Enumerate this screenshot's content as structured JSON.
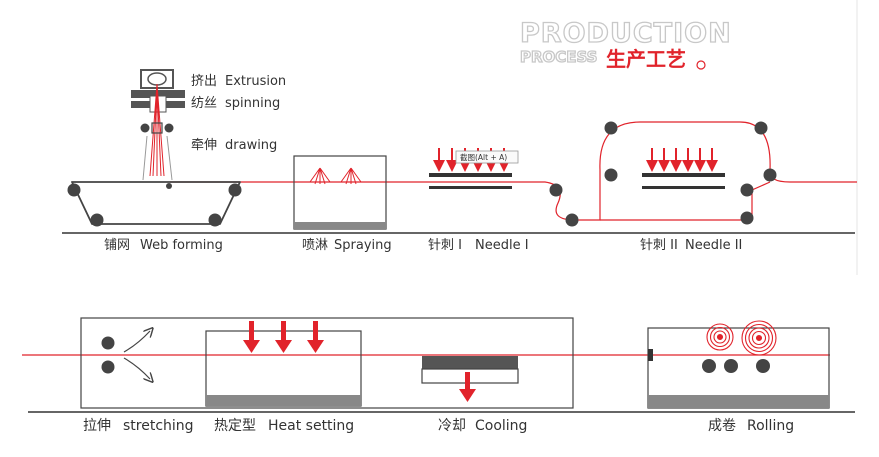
{
  "header": {
    "title": "PRODUCTION",
    "sub_en": "PROCESS",
    "sub_cn": "生产工艺"
  },
  "tooltip": {
    "text": "截图(Alt + A)"
  },
  "labels": {
    "extrusion_cn": "挤出",
    "extrusion_en": "Extrusion",
    "spinning_cn": "纺丝",
    "spinning_en": "spinning",
    "drawing_cn": "牵伸",
    "drawing_en": "drawing",
    "web_forming_cn": "铺网",
    "web_forming_en": "Web forming",
    "spraying_cn": "喷淋",
    "spraying_en": "Spraying",
    "needle1_cn": "针刺 I",
    "needle1_en": "Needle I",
    "needle2_cn": "针刺 II",
    "needle2_en": "Needle II",
    "stretching_cn": "拉伸",
    "stretching_en": "stretching",
    "heat_setting_cn": "热定型",
    "heat_setting_en": "Heat setting",
    "cooling_cn": "冷却",
    "cooling_en": "Cooling",
    "rolling_cn": "成卷",
    "rolling_en": "Rolling"
  },
  "colors": {
    "accent": "#e1232b",
    "line": "#333333",
    "equipment": "#555555",
    "plate": "#888888"
  }
}
